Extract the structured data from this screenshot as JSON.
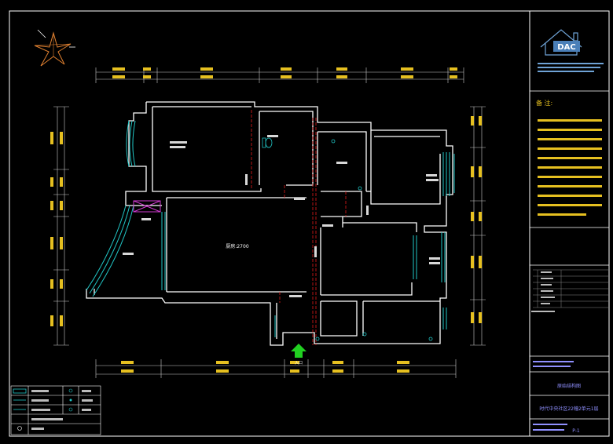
{
  "logo": {
    "text": "DAC"
  },
  "notes": {
    "heading": "备 注:"
  },
  "title_block": {
    "drawing_title": "原始结构图",
    "project_name": "时代中央社区22幢2单元1层",
    "sheet_no": "P-1"
  },
  "plan": {
    "entrance_label": "入口",
    "living_label": "厨房:2700"
  },
  "colors": {
    "background": "#000000",
    "frame": "#ffffff",
    "wall": "#ffffff",
    "window": "#21c6c6",
    "axis": "#e01818",
    "dimension": "#e6c020",
    "text_yellow": "#e6c020",
    "title_text": "#9090ff",
    "entrance_arrow": "#21d021",
    "shaft": "#d03ad0",
    "north_arrow": "#e08030"
  },
  "icons": [
    "north-arrow-icon",
    "entrance-arrow-icon",
    "dac-house-logo-icon"
  ]
}
